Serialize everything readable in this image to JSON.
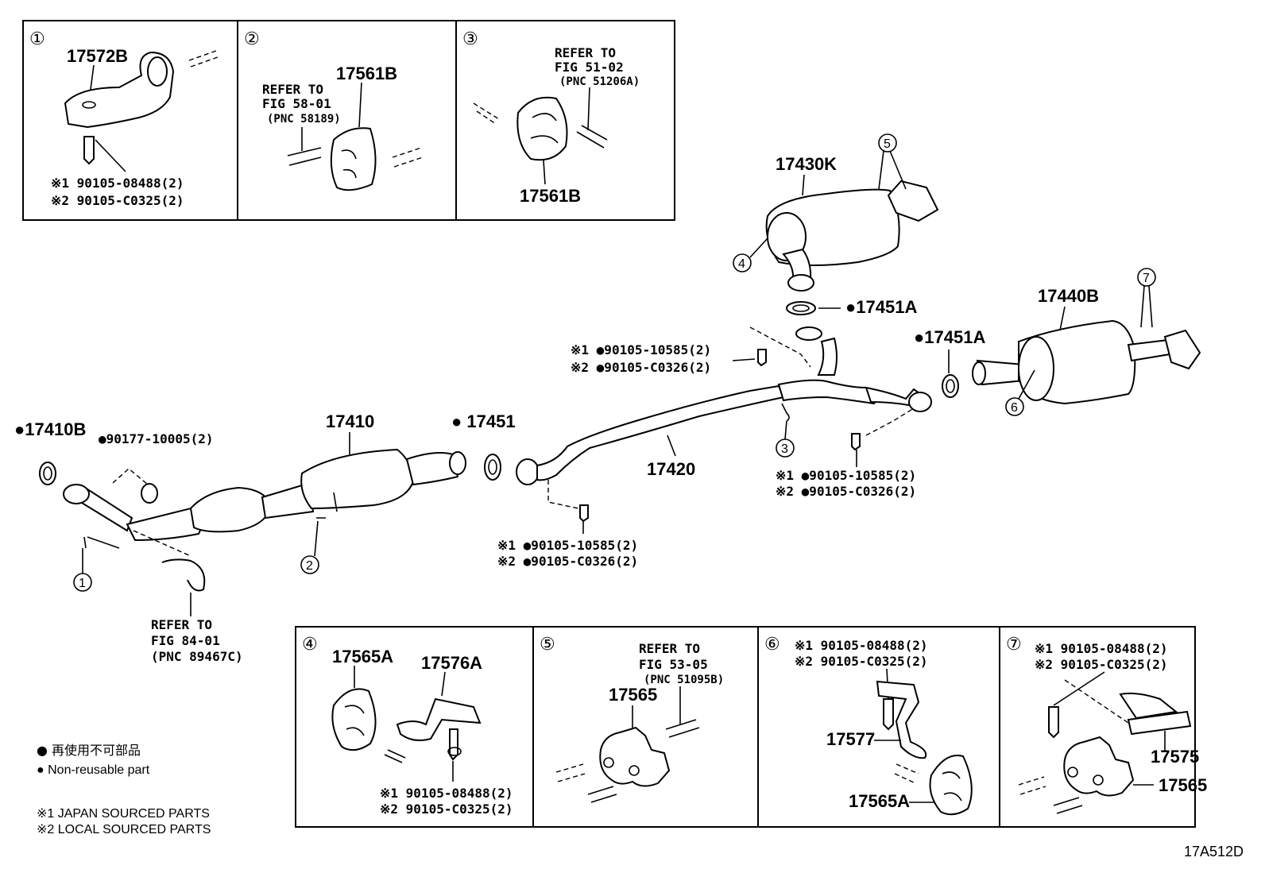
{
  "callouts": {
    "c1": "①",
    "c2": "②",
    "c3": "③",
    "c4": "④",
    "c5": "⑤",
    "c6": "⑥",
    "c7": "⑦"
  },
  "numbers": {
    "n1": "1",
    "n2": "2",
    "n3": "3",
    "n4": "4",
    "n5": "5",
    "n6": "6",
    "n7": "7"
  },
  "box1": {
    "part": "17572B",
    "bolt1": "※1 90105-08488(2)",
    "bolt2": "※2 90105-C0325(2)"
  },
  "box2": {
    "part": "17561B",
    "refer1": "REFER TO",
    "refer2": "FIG 58-01",
    "refer3": "(PNC 58189)"
  },
  "box3": {
    "part": "17561B",
    "refer1": "REFER TO",
    "refer2": "FIG 51-02",
    "refer3": "(PNC 51206A)"
  },
  "main": {
    "p17430K": "17430K",
    "p17451A_top": "●17451A",
    "p17451A_right": "●17451A",
    "p17440B": "17440B",
    "bolt_a1": "※1 ●90105-10585(2)",
    "bolt_a2": "※2 ●90105-C0326(2)",
    "p17410B": "●17410B",
    "p90177": "●90177-10005(2)",
    "p17410": "17410",
    "p17451": "● 17451",
    "p17420": "17420",
    "bolt_b1": "※1 ●90105-10585(2)",
    "bolt_b2": "※2 ●90105-C0326(2)",
    "bolt_c1": "※1 ●90105-10585(2)",
    "bolt_c2": "※2 ●90105-C0326(2)",
    "refer1": "REFER TO",
    "refer2": "FIG 84-01",
    "refer3": "(PNC 89467C)"
  },
  "box4": {
    "p1": "17565A",
    "p2": "17576A",
    "bolt1": "※1 90105-08488(2)",
    "bolt2": "※2 90105-C0325(2)"
  },
  "box5": {
    "part": "17565",
    "refer1": "REFER TO",
    "refer2": "FIG 53-05",
    "refer3": "(PNC 51095B)"
  },
  "box6": {
    "bolt1": "※1 90105-08488(2)",
    "bolt2": "※2 90105-C0325(2)",
    "p1": "17577",
    "p2": "17565A"
  },
  "box7": {
    "bolt1": "※1 90105-08488(2)",
    "bolt2": "※2 90105-C0325(2)",
    "p1": "17575",
    "p2": "17565"
  },
  "legend": {
    "jp": "● 再使用不可部品",
    "en": "● Non-reusable part",
    "note1": "※1  JAPAN SOURCED PARTS",
    "note2": "※2  LOCAL SOURCED PARTS"
  },
  "figure_id": "17A512D"
}
